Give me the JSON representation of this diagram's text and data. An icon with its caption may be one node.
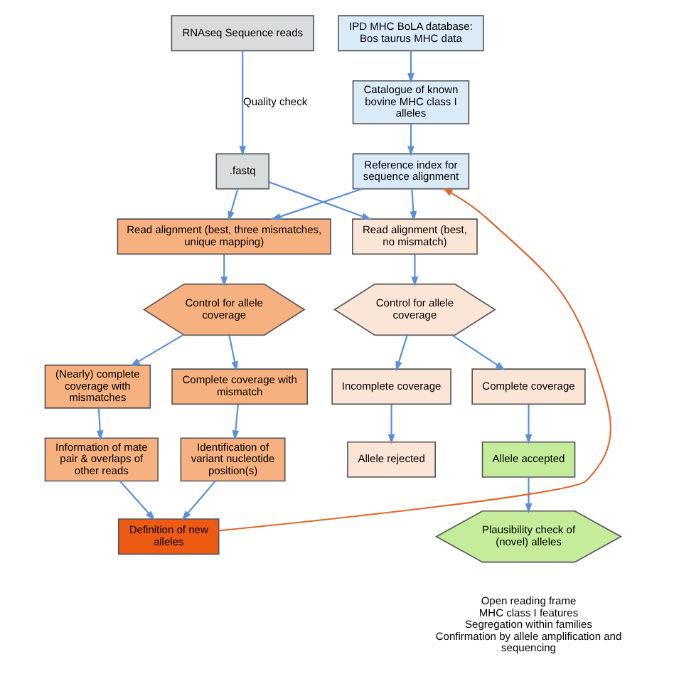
{
  "diagram": {
    "nodes": [
      {
        "text": [
          "RNAseq Sequence reads"
        ]
      },
      {
        "text": [
          "IPD MHC BoLA database: Bos taurus MHC data"
        ]
      },
      {
        "text": [
          "Catalogue of known bovine MHC class I alleles"
        ]
      },
      {
        "text": [
          ".fastq"
        ]
      },
      {
        "text": [
          "Reference index for sequence alignment"
        ]
      },
      {
        "text": [
          "Read alignment (best, no mismatch)"
        ]
      },
      {
        "text": [
          "Read alignment (best, three mismatches, unique mapping)"
        ]
      },
      {
        "text": [
          "Control for allele coverage"
        ]
      },
      {
        "text": [
          "Control for allele coverage"
        ]
      },
      {
        "text": [
          "Complete coverage"
        ]
      },
      {
        "text": [
          "Incomplete coverage"
        ]
      },
      {
        "text": [
          "Complete coverage with mismatch"
        ]
      },
      {
        "text": [
          "(Nearly) complete coverage with mismatches"
        ]
      },
      {
        "text": [
          "Allele accepted"
        ]
      },
      {
        "text": [
          "Allele rejected"
        ]
      },
      {
        "text": [
          "Identification of variant nucleotide position(s)"
        ]
      },
      {
        "text": [
          "Information of mate pair & overlaps of other reads"
        ]
      },
      {
        "text": [
          "Plausibility check of (novel) alleles"
        ],
        "beside": [
          "Open reading frame",
          "MHC class I features",
          "Segregation within families",
          "Confirmation by allele amplification and sequencing"
        ]
      },
      {
        "text": [
          "Definition of new alleles"
        ]
      }
    ],
    "edges": [
      {
        "from": 0,
        "to": 3,
        "arrow": "to",
        "label": "Quality check"
      },
      {
        "from": 1,
        "to": 2,
        "arrow": "to"
      },
      {
        "from": 2,
        "to": 4,
        "arrow": "to"
      },
      {
        "from": 3,
        "to": 5,
        "arrow": "to"
      },
      {
        "from": 3,
        "to": 6,
        "arrow": "to"
      },
      {
        "from": 4,
        "to": 5,
        "arrow": "to"
      },
      {
        "from": 4,
        "to": 6,
        "arrow": "to"
      },
      {
        "from": 5,
        "to": 7,
        "arrow": "to"
      },
      {
        "from": 6,
        "to": 8,
        "arrow": "to"
      },
      {
        "from": 7,
        "to": 9,
        "arrow": "to"
      },
      {
        "from": 7,
        "to": 10,
        "arrow": "to"
      },
      {
        "from": 8,
        "to": 11,
        "arrow": "to"
      },
      {
        "from": 8,
        "to": 12,
        "arrow": "to"
      },
      {
        "from": 9,
        "to": 13,
        "arrow": "to"
      },
      {
        "from": 10,
        "to": 14,
        "arrow": "to"
      },
      {
        "from": 11,
        "to": 15,
        "arrow": "to"
      },
      {
        "from": 12,
        "to": 16,
        "arrow": "to"
      },
      {
        "from": 13,
        "to": 17,
        "arrow": "to"
      },
      {
        "from": 15,
        "to": 18,
        "arrow": "to"
      },
      {
        "from": 16,
        "to": 18,
        "arrow": "to"
      },
      {
        "from": 18,
        "to": 4,
        "arrow": "to",
        "color": "#e0672a"
      }
    ]
  }
}
